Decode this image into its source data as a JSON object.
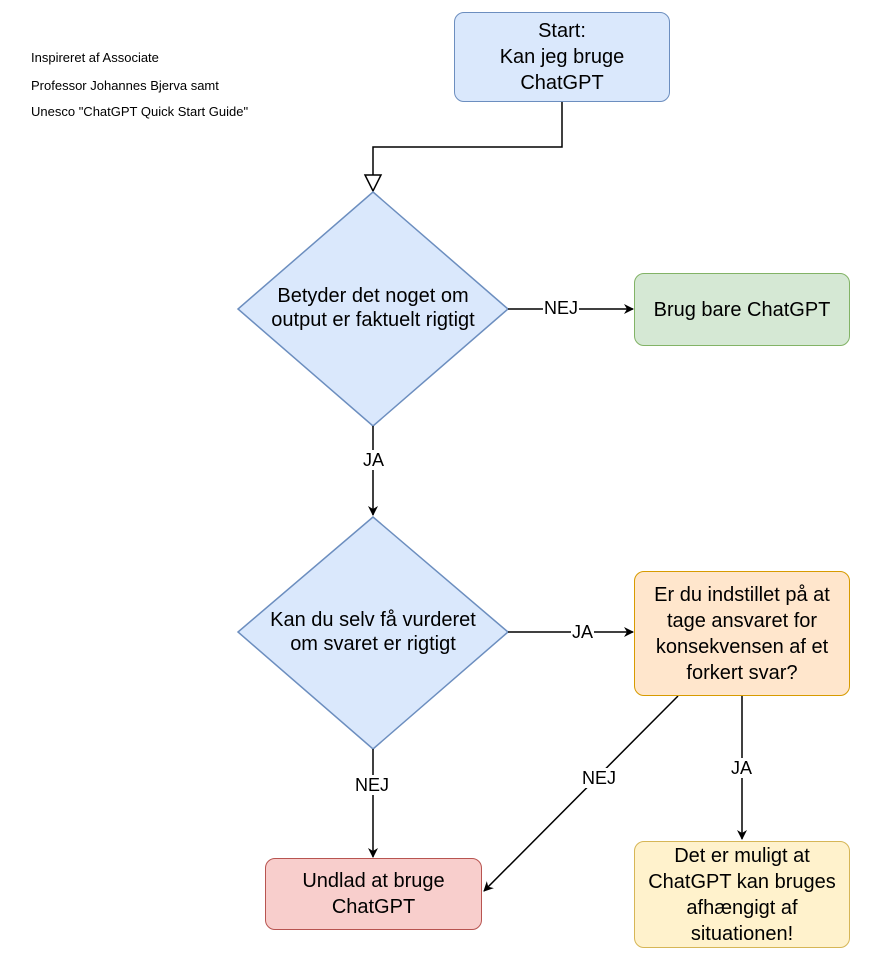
{
  "attribution": {
    "line1": "Inspireret af Associate",
    "line2": "Professor Johannes Bjerva samt",
    "line3": "Unesco \"ChatGPT Quick Start Guide\""
  },
  "nodes": {
    "start": "Start:\nKan jeg bruge\nChatGPT",
    "q_output": "Betyder det noget om\noutput er faktuelt rigtigt",
    "use_chatgpt": "Brug bare ChatGPT",
    "q_evaluate": "Kan du selv få vurderet\nom svaret er rigtigt",
    "q_responsibility": "Er du indstillet på at\ntage ansvaret for\nkonsekvensen af et\nforkert svar?",
    "avoid": "Undlad at bruge\nChatGPT",
    "possible": "Det er muligt at\nChatGPT kan bruges\nafhængigt af\nsituationen!"
  },
  "edges": {
    "output_no": "NEJ",
    "output_yes": "JA",
    "evaluate_yes": "JA",
    "evaluate_no": "NEJ",
    "responsibility_no": "NEJ",
    "responsibility_yes": "JA"
  },
  "colors": {
    "blue_fill": "#dae8fc",
    "blue_stroke": "#6c8ebf",
    "green_fill": "#d5e8d4",
    "green_stroke": "#82b366",
    "orange_fill": "#ffe6cc",
    "orange_stroke": "#d79b00",
    "red_fill": "#f8cecc",
    "red_stroke": "#b85450",
    "yellow_fill": "#fff2cc",
    "yellow_stroke": "#d6b656"
  }
}
